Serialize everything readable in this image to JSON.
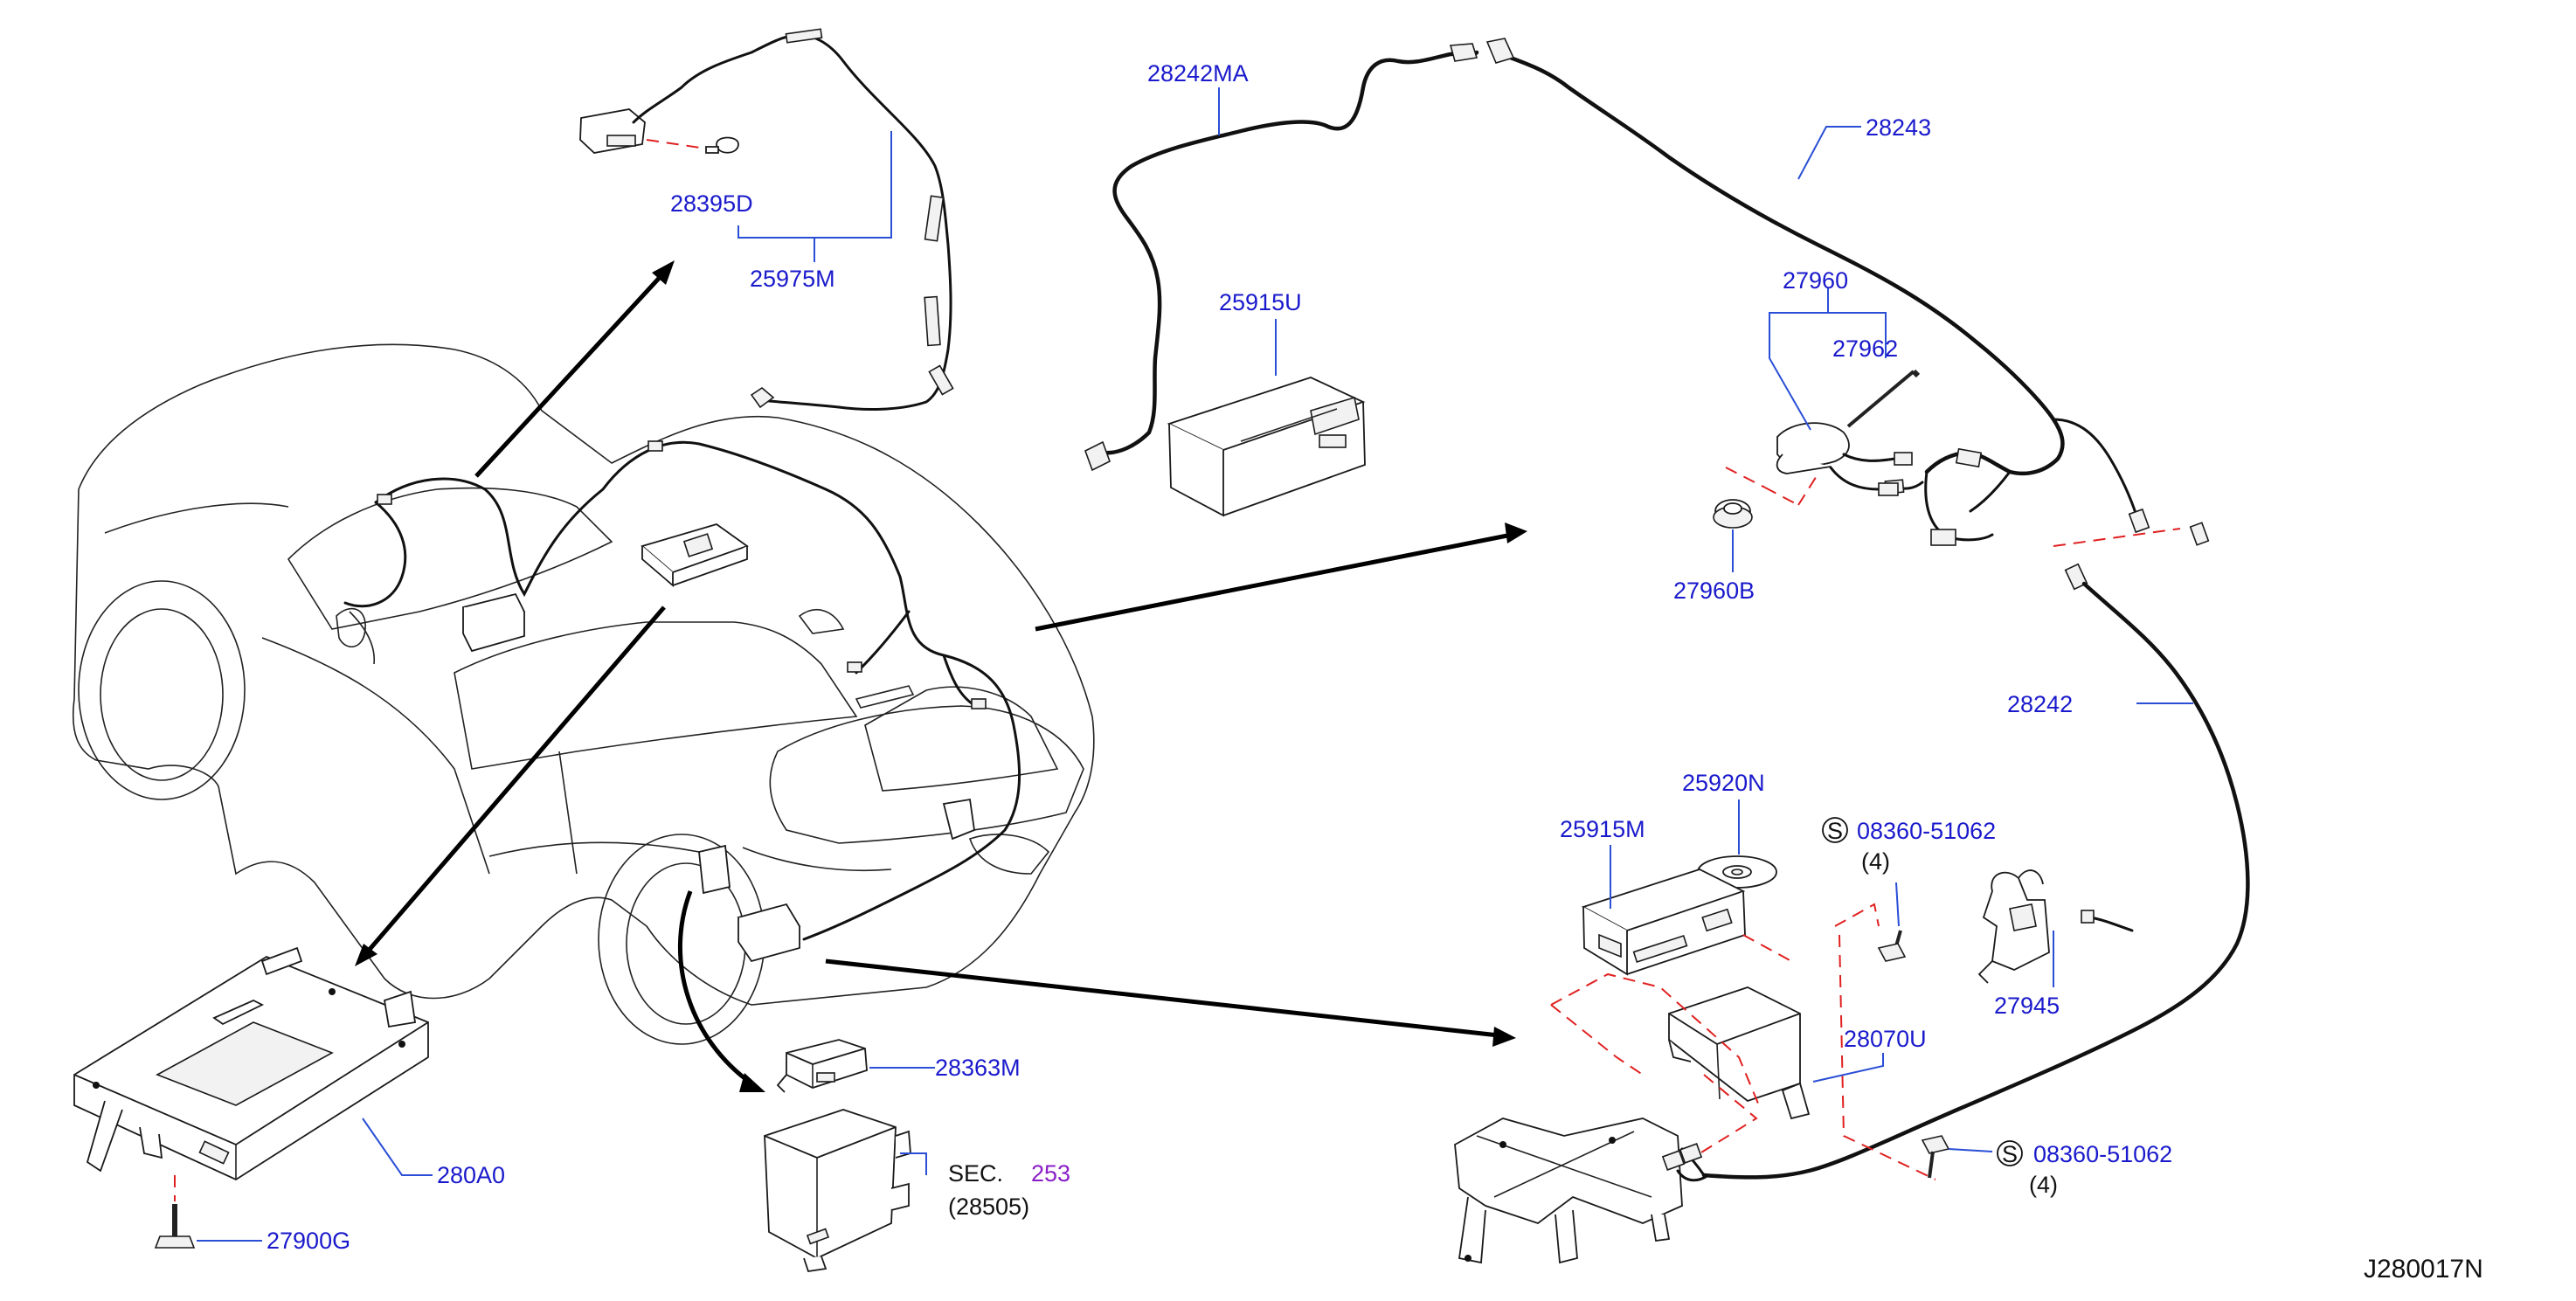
{
  "diagram_id": "J280017N",
  "parts": {
    "p28395D": "28395D",
    "p25975M": "25975M",
    "p28242MA": "28242MA",
    "p28243": "28243",
    "p25915U": "25915U",
    "p27960": "27960",
    "p27962": "27962",
    "p27960B": "27960B",
    "p28242": "28242",
    "p25920N": "25920N",
    "p25915M": "25915M",
    "p28070U": "28070U",
    "p27945": "27945",
    "p28363M": "28363M",
    "p280A0": "280A0",
    "p27900G": "27900G"
  },
  "screws": {
    "s1_code": "08360-51062",
    "s1_qty": "(4)",
    "s2_code": "08360-51062",
    "s2_qty": "(4)",
    "symbol": "S"
  },
  "section_ref": {
    "prefix": "SEC.",
    "number": "253",
    "sub": "(28505)"
  },
  "colors": {
    "part_number": "#1a1acc",
    "leader_line": "#2a4fd6",
    "dashed_guide": "#e02020",
    "section_number": "#8a1fc7"
  }
}
